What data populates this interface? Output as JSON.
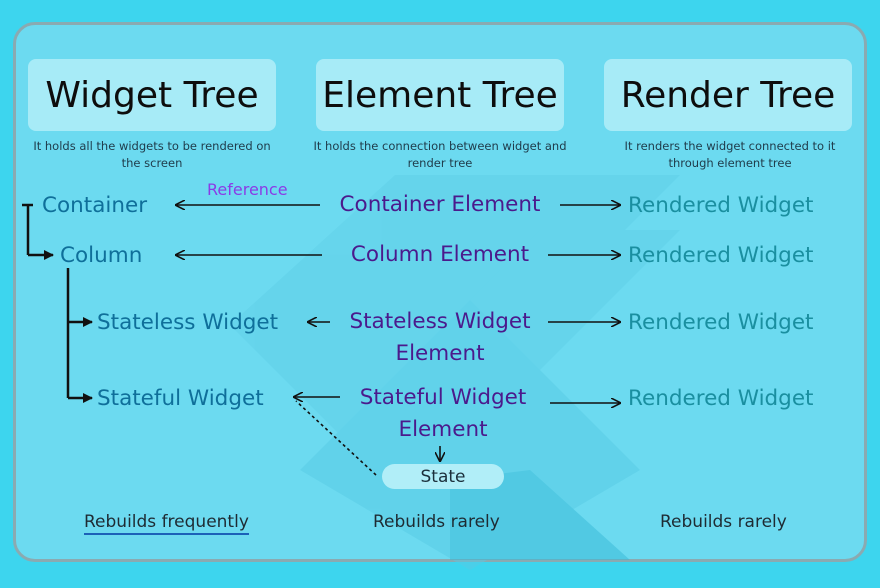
{
  "columns": {
    "widget": {
      "title": "Widget Tree",
      "description": "It holds all the widgets to be rendered on the screen"
    },
    "element": {
      "title": "Element Tree",
      "description": "It holds the connection between widget and render tree"
    },
    "render": {
      "title": "Render Tree",
      "description": "It renders the widget connected to it through element tree"
    }
  },
  "reference_label": "Reference",
  "rows": [
    {
      "widget": "Container",
      "element": "Container Element",
      "render": "Rendered Widget"
    },
    {
      "widget": "Column",
      "element": "Column Element",
      "render": "Rendered Widget"
    },
    {
      "widget": "Stateless Widget",
      "element": "Stateless Widget Element",
      "render": "Rendered Widget"
    },
    {
      "widget": "Stateful Widget",
      "element": "Stateful Widget Element",
      "render": "Rendered Widget"
    }
  ],
  "state_label": "State",
  "footers": {
    "widget": "Rebuilds frequently",
    "element": "Rebuilds rarely",
    "render": "Rebuilds rarely"
  },
  "colors": {
    "background": "#3dd5ee",
    "panel": "#6cdaf0",
    "header_box": "#a7ebf7",
    "widget_text": "#0f6f9a",
    "element_text": "#4b1a8c",
    "render_text": "#1a8fa0",
    "reference_text": "#8a3ce6"
  }
}
